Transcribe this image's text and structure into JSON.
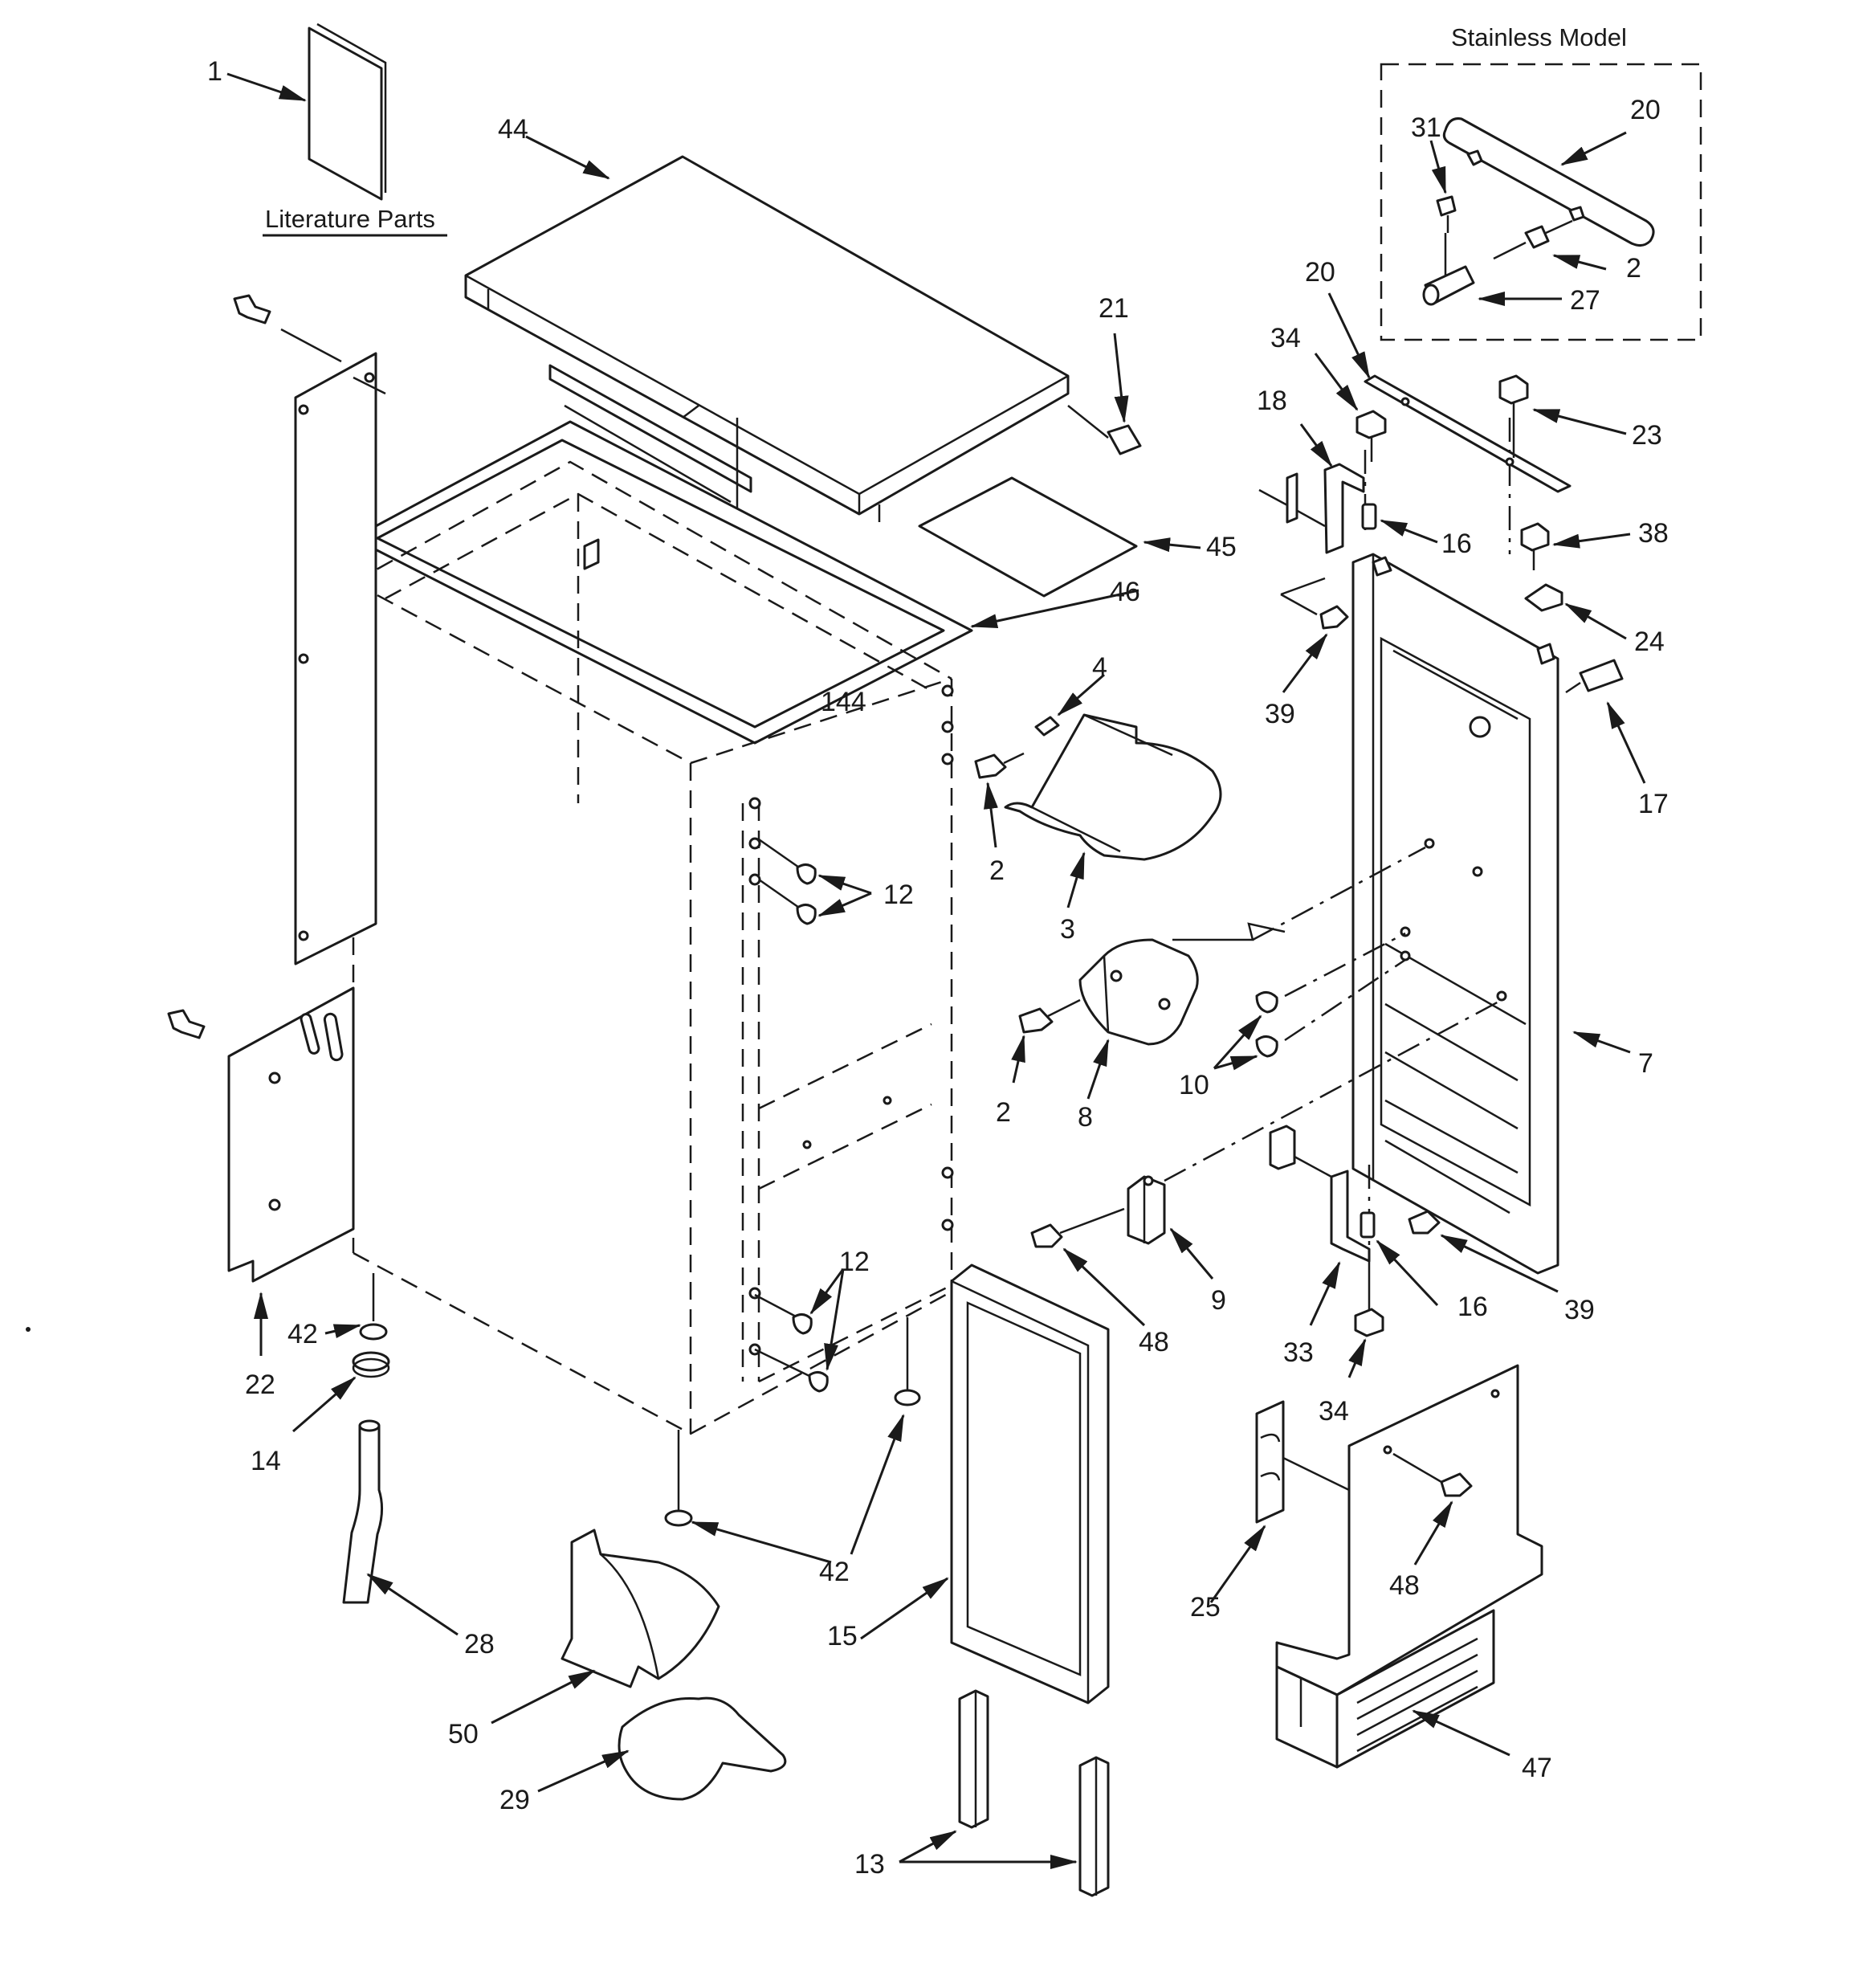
{
  "captions": {
    "literature": "Literature Parts",
    "stainless": "Stainless Model"
  },
  "callouts": {
    "c1": "1",
    "c44": "44",
    "c21": "21",
    "c45": "45",
    "c46": "46",
    "c144": "144",
    "c4": "4",
    "c2a": "2",
    "c3": "3",
    "c12a": "12",
    "c2b": "2",
    "c8": "8",
    "c10": "10",
    "c22": "22",
    "c42a": "42",
    "c14": "14",
    "c28": "28",
    "c12b": "12",
    "c42b": "42",
    "c50": "50",
    "c29": "29",
    "c15": "15",
    "c13": "13",
    "c48a": "48",
    "c9": "9",
    "c7": "7",
    "c33": "33",
    "c34b": "34",
    "c16b": "16",
    "c39b": "39",
    "c25": "25",
    "c48b": "48",
    "c47": "47",
    "c20a": "20",
    "c31": "31",
    "c2c": "2",
    "c27": "27",
    "c20b": "20",
    "c34a": "34",
    "c18": "18",
    "c23": "23",
    "c16a": "16",
    "c38": "38",
    "c24": "24",
    "c39a": "39",
    "c17": "17"
  }
}
